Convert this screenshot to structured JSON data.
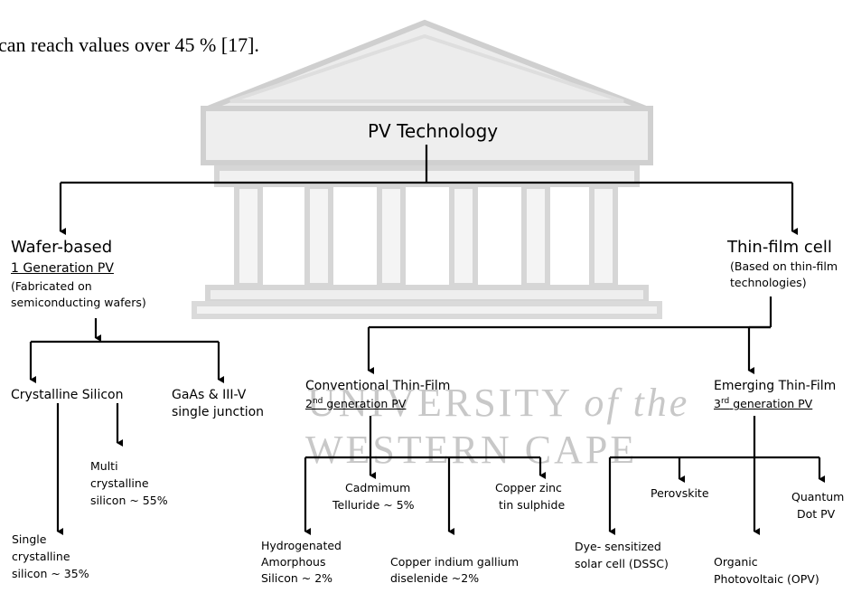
{
  "top_text": "can reach values over 45 % [17].",
  "watermark": {
    "line1": "UNIVERSITY",
    "line1_suffix": "of the",
    "line2": "WESTERN CAPE"
  },
  "root": "PV Technology",
  "wafer": {
    "title": "Wafer-based",
    "gen": "1 Generation PV",
    "desc1": "(Fabricated on",
    "desc2": "semiconducting wafers)"
  },
  "thin": {
    "title": "Thin-film cell",
    "desc1": "(Based on thin-film",
    "desc2": "technologies)"
  },
  "crystalline": "Crystalline Silicon",
  "gaas": {
    "l1": "GaAs & III-V",
    "l2": "single junction"
  },
  "multi": {
    "l1": "Multi",
    "l2": "crystalline",
    "l3": "silicon ~ 55%"
  },
  "single": {
    "l1": "Single",
    "l2": "crystalline",
    "l3": "silicon ~ 35%"
  },
  "conventional": {
    "title": "Conventional Thin-Film",
    "gen_num": "2",
    "gen_sup": "nd",
    "gen_rest": " generation PV"
  },
  "emerging": {
    "title": "Emerging Thin-Film",
    "gen_num": "3",
    "gen_sup": "rd",
    "gen_rest": " generation PV"
  },
  "hydro": {
    "l1": "Hydrogenated",
    "l2": "Amorphous",
    "l3": "Silicon ~ 2%"
  },
  "cdte": {
    "l1": "Cadmimum",
    "l2": "Telluride ~ 5%"
  },
  "cigs": {
    "l1": "Copper indium gallium",
    "l2": "diselenide ~2%"
  },
  "czts": {
    "l1": "Copper zinc",
    "l2": "tin sulphide"
  },
  "dssc": {
    "l1": "Dye- sensitized",
    "l2": "solar cell (DSSC)"
  },
  "perovskite": "Perovskite",
  "opv": {
    "l1": "Organic",
    "l2": "Photovoltaic (OPV)"
  },
  "qd": {
    "l1": "Quantum",
    "l2": "Dot PV"
  },
  "colors": {
    "line": "#000000",
    "watermark": "#c8c8c8"
  }
}
